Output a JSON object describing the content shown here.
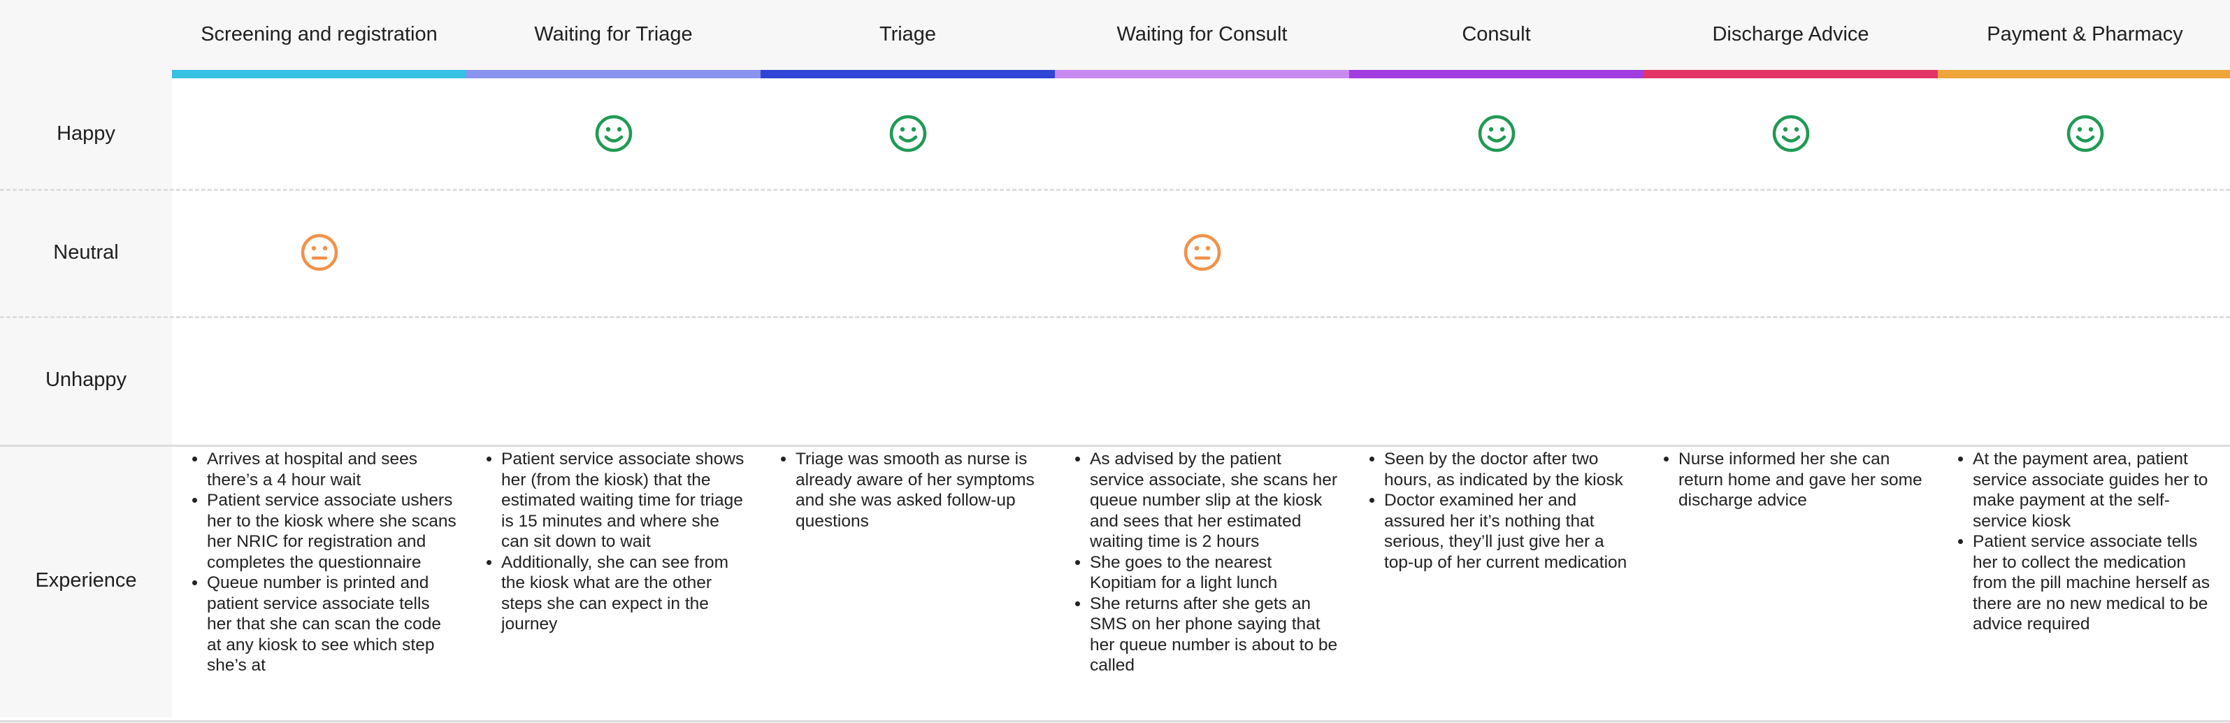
{
  "colors": {
    "happy": "#1f9a55",
    "neutral": "#f0924a",
    "label_bg": "#f7f7f7",
    "divider": "#dedede"
  },
  "rows": {
    "happy": "Happy",
    "neutral": "Neutral",
    "unhappy": "Unhappy",
    "experience": "Experience"
  },
  "stages": [
    {
      "name": "Screening and registration",
      "color": "#37c1e2",
      "emotion": "neutral",
      "emotion_icon": "neutral-face-icon",
      "experience": [
        "Arrives at hospital and sees there’s a 4 hour wait",
        "Patient service associate ushers her to the kiosk where she scans her NRIC for registration and completes the questionnaire",
        "Queue number is printed and patient service associate tells her that she can scan the code at any kiosk to see which step she’s at"
      ]
    },
    {
      "name": "Waiting for Triage",
      "color": "#8a93ee",
      "emotion": "happy",
      "emotion_icon": "happy-face-icon",
      "experience": [
        "Patient service associate shows her (from the kiosk) that the estimated waiting time for triage is 15 minutes and where she can sit down to wait",
        "Additionally, she can see from the kiosk what are the other steps she can expect in the journey"
      ]
    },
    {
      "name": "Triage",
      "color": "#2f45d6",
      "emotion": "happy",
      "emotion_icon": "happy-face-icon",
      "experience": [
        "Triage was smooth as nurse is already aware of her symptoms and she was asked follow-up questions"
      ]
    },
    {
      "name": "Waiting for Consult",
      "color": "#c98af0",
      "emotion": "neutral",
      "emotion_icon": "neutral-face-icon",
      "experience": [
        "As advised by the patient service associate, she scans her queue number slip at the kiosk and sees that her estimated waiting time is 2 hours",
        "She goes to the nearest Kopitiam for a light lunch",
        "She returns after she gets an SMS on her phone saying that her queue number is about to be called"
      ]
    },
    {
      "name": "Consult",
      "color": "#a03ce0",
      "emotion": "happy",
      "emotion_icon": "happy-face-icon",
      "experience": [
        "Seen by the doctor after two hours, as indicated by the kiosk",
        "Doctor examined her and assured her it’s nothing that serious, they’ll just give her a top-up of her current medication"
      ]
    },
    {
      "name": "Discharge Advice",
      "color": "#e23566",
      "emotion": "happy",
      "emotion_icon": "happy-face-icon",
      "experience": [
        "Nurse informed her she can return home and gave her some discharge advice"
      ]
    },
    {
      "name": "Payment & Pharmacy",
      "color": "#eea53a",
      "emotion": "happy",
      "emotion_icon": "happy-face-icon",
      "experience": [
        "At the payment area, patient service associate guides her to make payment at the self-service kiosk",
        "Patient service associate tells her to collect the medication from the pill machine herself as there are no new medical to be advice required"
      ]
    }
  ]
}
